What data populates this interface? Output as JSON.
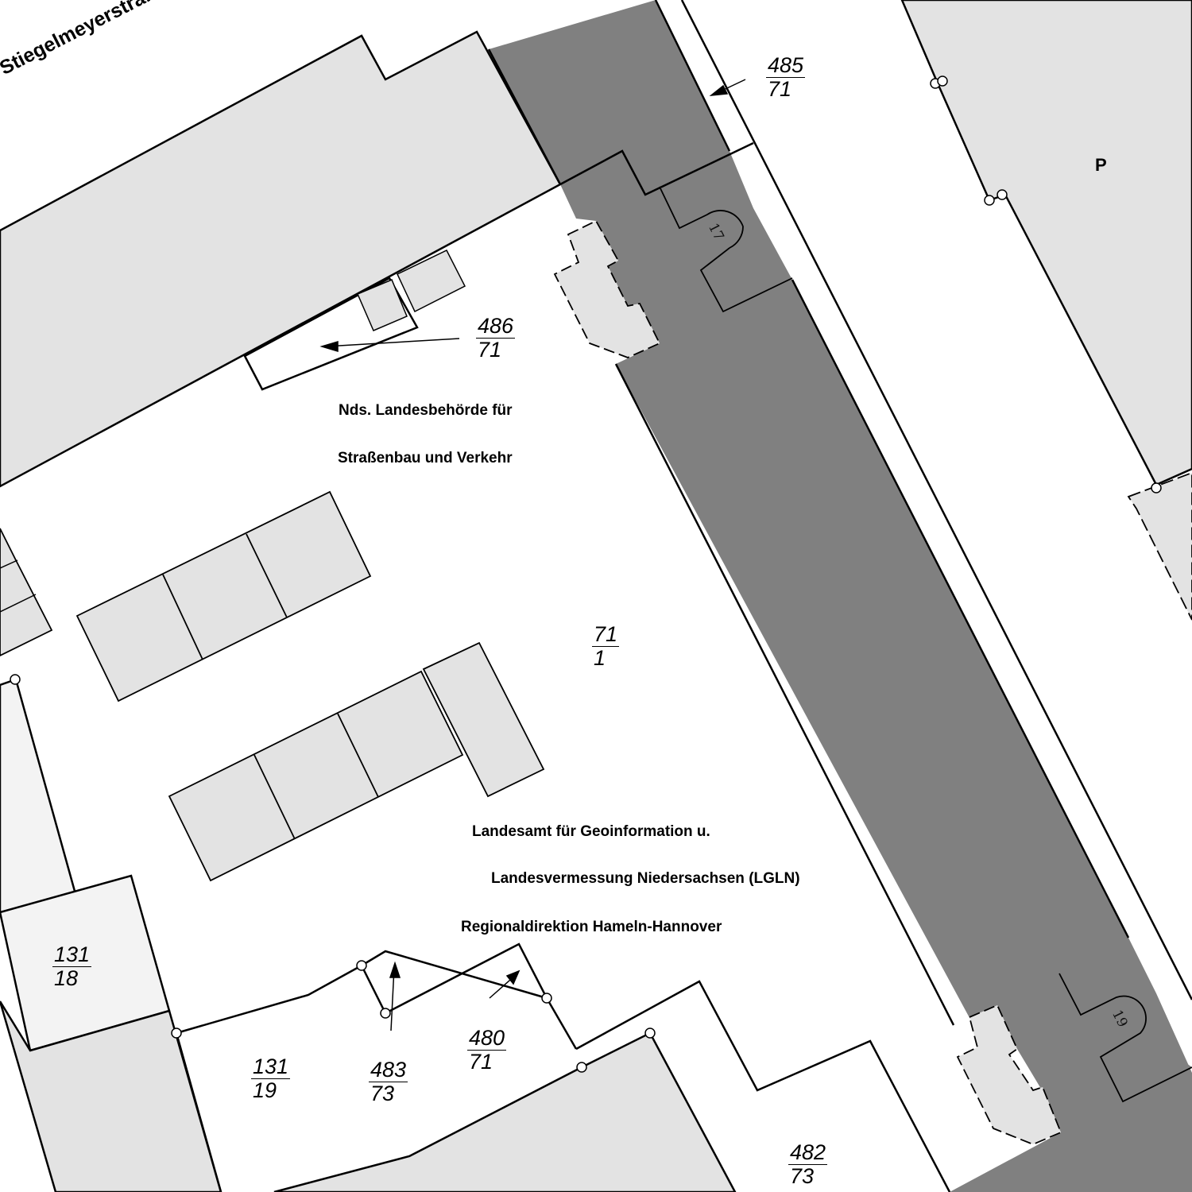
{
  "street": "Stiegelmeyerstraße",
  "building_labels": [
    "Nds. Landesbehörde für",
    "Straßenbau und Verkehr",
    "Landesamt für Geoinformation u.",
    "Landesvermessung Niedersachsen (LGLN)",
    "Regionaldirektion Hameln-Hannover"
  ],
  "parking_label": "P",
  "house_numbers": [
    "17",
    "19"
  ],
  "parcels": [
    {
      "num": "485",
      "den": "71"
    },
    {
      "num": "486",
      "den": "71"
    },
    {
      "num": "71",
      "den": "1"
    },
    {
      "num": "131",
      "den": "18"
    },
    {
      "num": "131",
      "den": "19"
    },
    {
      "num": "483",
      "den": "73"
    },
    {
      "num": "480",
      "den": "71"
    },
    {
      "num": "482",
      "den": "73"
    }
  ],
  "colors": {
    "building": "#e3e3e3",
    "highlight": "#808080",
    "light": "#f3f3f3",
    "line": "#000000"
  }
}
